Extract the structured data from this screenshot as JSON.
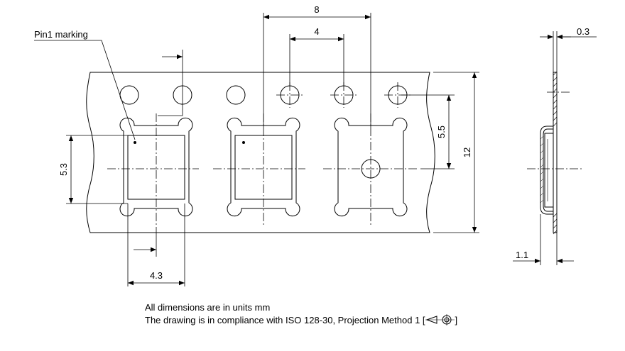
{
  "labels": {
    "pin1_marking": "Pin1 marking"
  },
  "dimensions": {
    "pocket_pitch": "8",
    "sprocket_pitch": "4",
    "tape_thickness": "0.3",
    "hole_to_pocket": "5.5",
    "tape_width": "12",
    "pocket_length": "5.3",
    "pocket_width": "4.3",
    "pocket_depth": "1.1"
  },
  "notes": {
    "units": "All dimensions are in units mm",
    "compliance_prefix": "The drawing is in compliance with ISO 128-30, Projection Method 1 [",
    "compliance_suffix": "]"
  },
  "projection_symbol": "first-angle-projection-icon"
}
